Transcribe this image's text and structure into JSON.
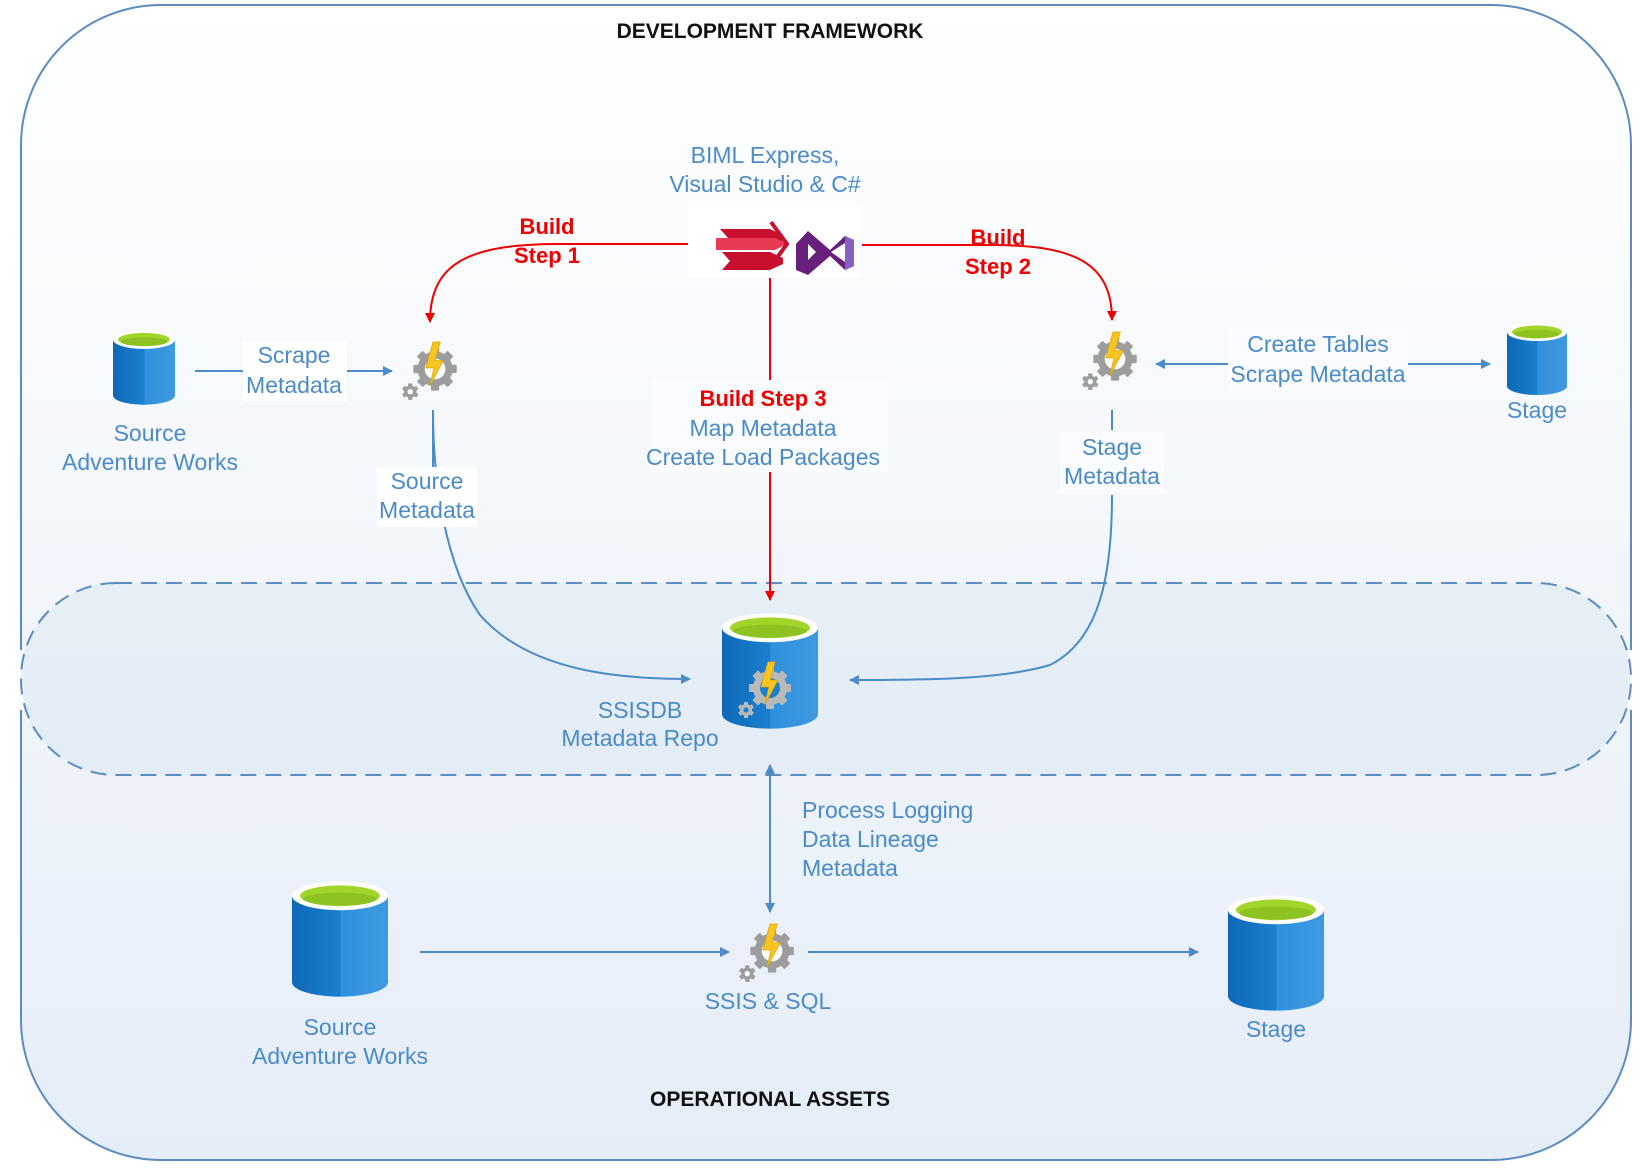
{
  "frames": {
    "top_title": "DEVELOPMENT FRAMEWORK",
    "bottom_title": "OPERATIONAL ASSETS"
  },
  "tool": {
    "label_line1": "BIML Express,",
    "label_line2": "Visual Studio & C#",
    "icons": [
      "biml-logo-icon",
      "visual-studio-icon"
    ]
  },
  "build_steps": {
    "step1_line1": "Build",
    "step1_line2": "Step 1",
    "step2_line1": "Build",
    "step2_line2": "Step 2",
    "step3_line1": "Build Step 3",
    "step3_line2": "Map Metadata",
    "step3_line3": "Create Load Packages"
  },
  "dev": {
    "source_db_line1": "Source",
    "source_db_line2": "Adventure Works",
    "scrape_line1": "Scrape",
    "scrape_line2": "Metadata",
    "source_meta_line1": "Source",
    "source_meta_line2": "Metadata",
    "stage_meta_line1": "Stage",
    "stage_meta_line2": "Metadata",
    "create_line1": "Create Tables",
    "create_line2": "Scrape Metadata",
    "stage_db": "Stage"
  },
  "repo": {
    "line1": "SSISDB",
    "line2": "Metadata Repo"
  },
  "ops": {
    "logging_line1": "Process Logging",
    "logging_line2": "Data Lineage",
    "logging_line3": "Metadata",
    "source_line1": "Source",
    "source_line2": "Adventure Works",
    "ssis": "SSIS & SQL",
    "stage": "Stage"
  },
  "colors": {
    "blue_line": "#4a8bc8",
    "red_line": "#ee0000",
    "db_blue": "#0f73c6",
    "db_top": "#a2d52a",
    "gear_grey": "#9d9d9d",
    "bolt_yellow": "#f7c422"
  }
}
